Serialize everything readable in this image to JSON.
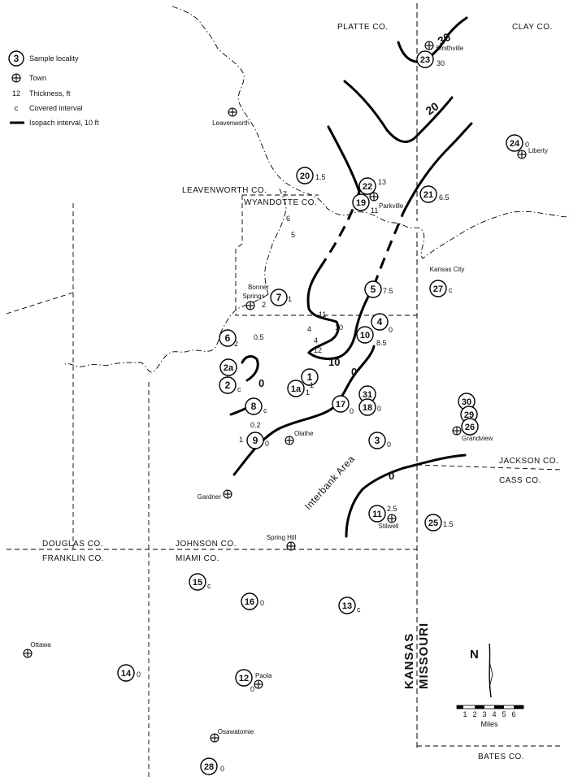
{
  "legend": {
    "items": [
      {
        "symbol": "3",
        "label": "Sample locality"
      },
      {
        "symbol": "",
        "label": "Town"
      },
      {
        "symbol": "12",
        "label": "Thickness, ft"
      },
      {
        "symbol": "c",
        "label": "Covered interval"
      },
      {
        "symbol": "",
        "label": "Isopach interval, 10 ft"
      }
    ]
  },
  "counties": {
    "platte": "PLATTE CO.",
    "clay": "CLAY CO.",
    "leavenworth": "LEAVENWORTH CO.",
    "wyandotte": "WYANDOTTE CO.",
    "jackson": "JACKSON CO.",
    "cass": "CASS CO.",
    "douglas": "DOUGLAS CO.",
    "johnson": "JOHNSON CO.",
    "franklin": "FRANKLIN CO.",
    "miami": "MIAMI CO.",
    "bates": "BATES CO."
  },
  "states": {
    "kansas": "KANSAS",
    "missouri": "MISSOURI"
  },
  "area_label": "Interbank Area",
  "towns": [
    {
      "name": "Smithville"
    },
    {
      "name": "Leavenworth"
    },
    {
      "name": "Liberty"
    },
    {
      "name": "Parkville"
    },
    {
      "name": "Kansas City"
    },
    {
      "name": "Bonner Springs"
    },
    {
      "name": "Olathe"
    },
    {
      "name": "Grandview"
    },
    {
      "name": "Gardner"
    },
    {
      "name": "Stilwell"
    },
    {
      "name": "Spring Hill"
    },
    {
      "name": "Ottawa"
    },
    {
      "name": "Paola"
    },
    {
      "name": "Osawatomie"
    }
  ],
  "samples": [
    {
      "id": "23",
      "value": "30"
    },
    {
      "id": "24",
      "value": "0"
    },
    {
      "id": "20",
      "value": "1.5"
    },
    {
      "id": "22",
      "value": "13"
    },
    {
      "id": "19",
      "value": "11"
    },
    {
      "id": "21",
      "value": "6.5"
    },
    {
      "id": "27",
      "value": "c"
    },
    {
      "id": "7",
      "value": "1"
    },
    {
      "id": "5",
      "value": "7.5"
    },
    {
      "id": "4",
      "value": "0"
    },
    {
      "id": "10",
      "value": "8.5"
    },
    {
      "id": "6",
      "value": "2"
    },
    {
      "id": "2a",
      "value": ""
    },
    {
      "id": "2",
      "value": "c"
    },
    {
      "id": "1",
      "value": "1"
    },
    {
      "id": "1a",
      "value": "1"
    },
    {
      "id": "8",
      "value": "c"
    },
    {
      "id": "17",
      "value": "0"
    },
    {
      "id": "31",
      "value": ""
    },
    {
      "id": "18",
      "value": "0"
    },
    {
      "id": "30",
      "value": ""
    },
    {
      "id": "29",
      "value": ""
    },
    {
      "id": "26",
      "value": ""
    },
    {
      "id": "9",
      "value": "0"
    },
    {
      "id": "3",
      "value": "0"
    },
    {
      "id": "11",
      "value": "2.5"
    },
    {
      "id": "25",
      "value": "1.5"
    },
    {
      "id": "15",
      "value": "c"
    },
    {
      "id": "16",
      "value": "0"
    },
    {
      "id": "13",
      "value": "c"
    },
    {
      "id": "14",
      "value": "0"
    },
    {
      "id": "12",
      "value": "0"
    },
    {
      "id": "28",
      "value": "0"
    }
  ],
  "thickness_labels": [
    "6",
    "5",
    "7",
    "2",
    "0.5",
    "11",
    "4",
    "10",
    "4",
    "12",
    "0.2",
    "1"
  ],
  "isopach_labels": [
    "30",
    "20",
    "10",
    "0",
    "0",
    "0"
  ],
  "north_arrow": {
    "label": "N"
  },
  "scale_bar": {
    "ticks": [
      "1",
      "2",
      "3",
      "4",
      "5",
      "6"
    ],
    "units": "Miles"
  }
}
